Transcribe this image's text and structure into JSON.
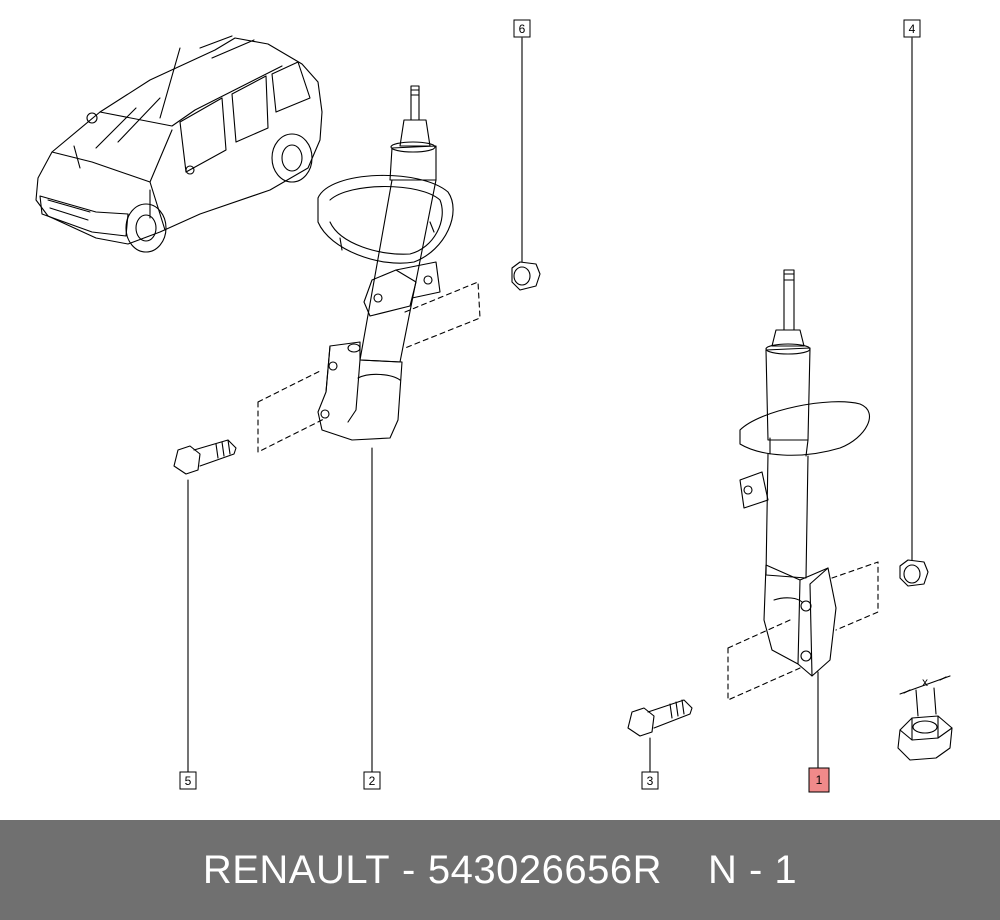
{
  "callouts": {
    "c1": "1",
    "c2": "2",
    "c3": "3",
    "c4": "4",
    "c5": "5",
    "c6": "6"
  },
  "highlight_color": "#f08a8a",
  "detail_label": "x",
  "footer": {
    "brand": "RENAULT",
    "separator": "-",
    "part_number": "543026656R",
    "note": "N - 1"
  }
}
